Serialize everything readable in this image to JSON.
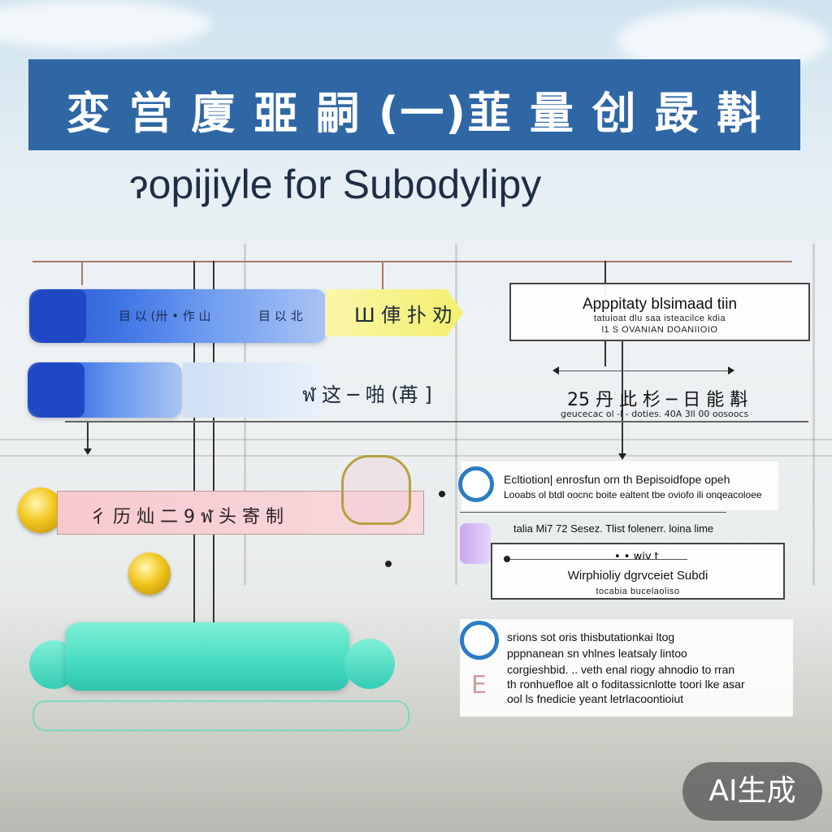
{
  "header": {
    "banner_text": "変 営 廈 臦 嗣 (一)韮 量 创 晸 斠",
    "subtitle": "ɂopijiyle for Subodylipy"
  },
  "left_nodes": {
    "device_1_label_a": "目 以 (卅 • 作 山",
    "device_1_label_b": "目 以 北",
    "device_1_tag": "Ш 俥 扑 劝",
    "device_2_text": "ฬ 这 ─ 啪 (苒 ]",
    "pink_label": "彳 历 灿 二 9 ฬ 头 寄 制"
  },
  "right_boxes": {
    "box1_title": "Apppitaty blsimaad tiin",
    "box1_line1": "tatuioat dlu saa isteacilce kdia",
    "box1_line2": "l1 S OVANIAN DOANIIOIO",
    "row2_text": "25 丹 此 杉 ─ 日 能 斠",
    "row2_small": "geucecac ol -l - doties. 40A 3ll 00 oosoocs",
    "ring1_line1": "Ecltiotion| enrosfun orn th Bepisoidfope opeh",
    "ring1_line2": "Looabs ol btdl oocnc boite ealtent tbe oviofo ili onqeacoloee",
    "purple_line": "talia Mi7 72 Sesez. Tlist folenerr. loina lime",
    "box3_arrow_text": "• • wiv t",
    "box3_title": "Wirphioliy dgrvceiet Subdi",
    "box3_small": "tocabia bucelaoliso",
    "ring2_line1": "srions sot oris thisbutationkai ltog",
    "ring2_line2": "pppnanean sn vhlnes leatsaly lintoo",
    "ring2_line3": "corgieshbid. .. veth enal riogy ahnodio to rran",
    "ring2_line4": "th ronhuefloe alt o foditassicnlotte toori lke asar",
    "ring2_line5": "ool ls fnedicie yeant letrlacoontioiut",
    "ring2_letter": "E"
  },
  "badge": {
    "label": "AI生成"
  },
  "colors": {
    "banner": "#2f67a5",
    "device_blue": "#2c54c8",
    "teal": "#44dbc0",
    "yellow_tag": "#f3ef6e",
    "ring": "#2a7cc4"
  }
}
